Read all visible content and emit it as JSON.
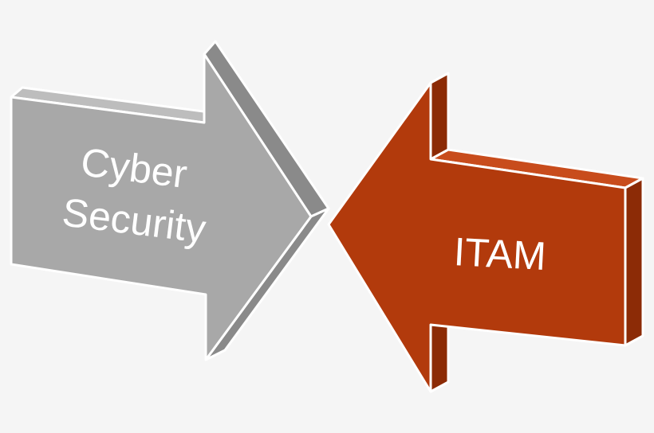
{
  "diagram": {
    "left_arrow": {
      "lines": [
        "Cyber",
        "Security"
      ],
      "face_color": "#a8a8a8",
      "side_color": "#8a8a8a",
      "top_color": "#bdbdbd",
      "direction": "right"
    },
    "right_arrow": {
      "label": "ITAM",
      "face_color": "#b23a0c",
      "side_color": "#8c2b06",
      "top_color": "#c84c1c",
      "direction": "left"
    },
    "outline_color": "#ffffff",
    "background_color": "#f5f5f5"
  }
}
